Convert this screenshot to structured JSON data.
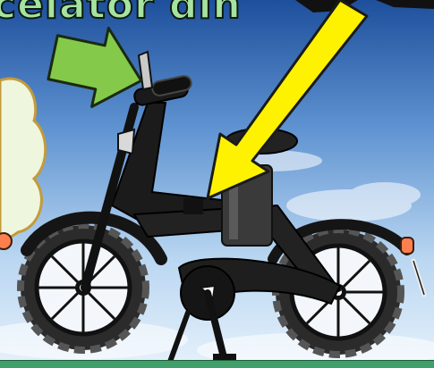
{
  "caption": "celator din",
  "colors": {
    "sky_top": "#1e4f9c",
    "sky_bottom": "#dcecfa",
    "green_arrow": "#84c94a",
    "yellow_arrow": "#fff200",
    "bike_body": "#1b1b1b",
    "footer_strip": "#3fa06b",
    "cloud_fill": "#eef6dd",
    "cloud_outline": "#c49a3a",
    "rear_light": "#ff7f4f"
  },
  "icons": {
    "green_arrow": "arrow-pointing-to-throttle",
    "yellow_arrow": "arrow-pointing-to-battery"
  }
}
